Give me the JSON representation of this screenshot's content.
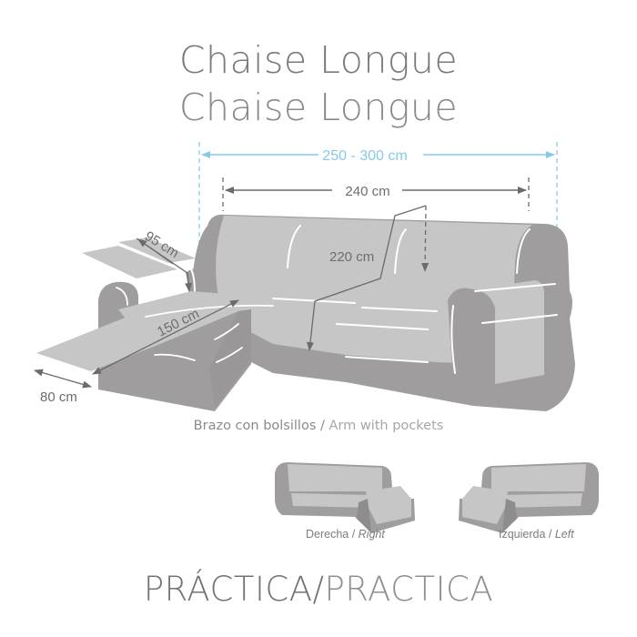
{
  "header": {
    "title_es": "Chaise Longue",
    "title_en": "Chaise Longue"
  },
  "dimensions": {
    "overall_width": "250 - 300 cm",
    "cover_width": "240 cm",
    "cover_depth": "220 cm",
    "chaise_length": "150 cm",
    "chaise_width": "80 cm",
    "arm_pocket_length": "95 cm"
  },
  "caption": {
    "es": "Brazo con bolsillos",
    "separator": " / ",
    "en": "Arm with pockets"
  },
  "variants": [
    {
      "label_es": "Derecha",
      "separator": " / ",
      "label_en": "Right"
    },
    {
      "label_es": "Izquierda",
      "separator": " / ",
      "label_en": "Left"
    }
  ],
  "footer": {
    "model_es": "PRÁCTICA",
    "separator": "/",
    "model_en": "PRACTICA"
  },
  "colors": {
    "sofa_body": "#a09d9e",
    "cover": "#c6c6c6",
    "dimension_line": "#6b6b6b",
    "overall_dimension": "#86cbe6",
    "title_text": "#7a7a7c"
  }
}
